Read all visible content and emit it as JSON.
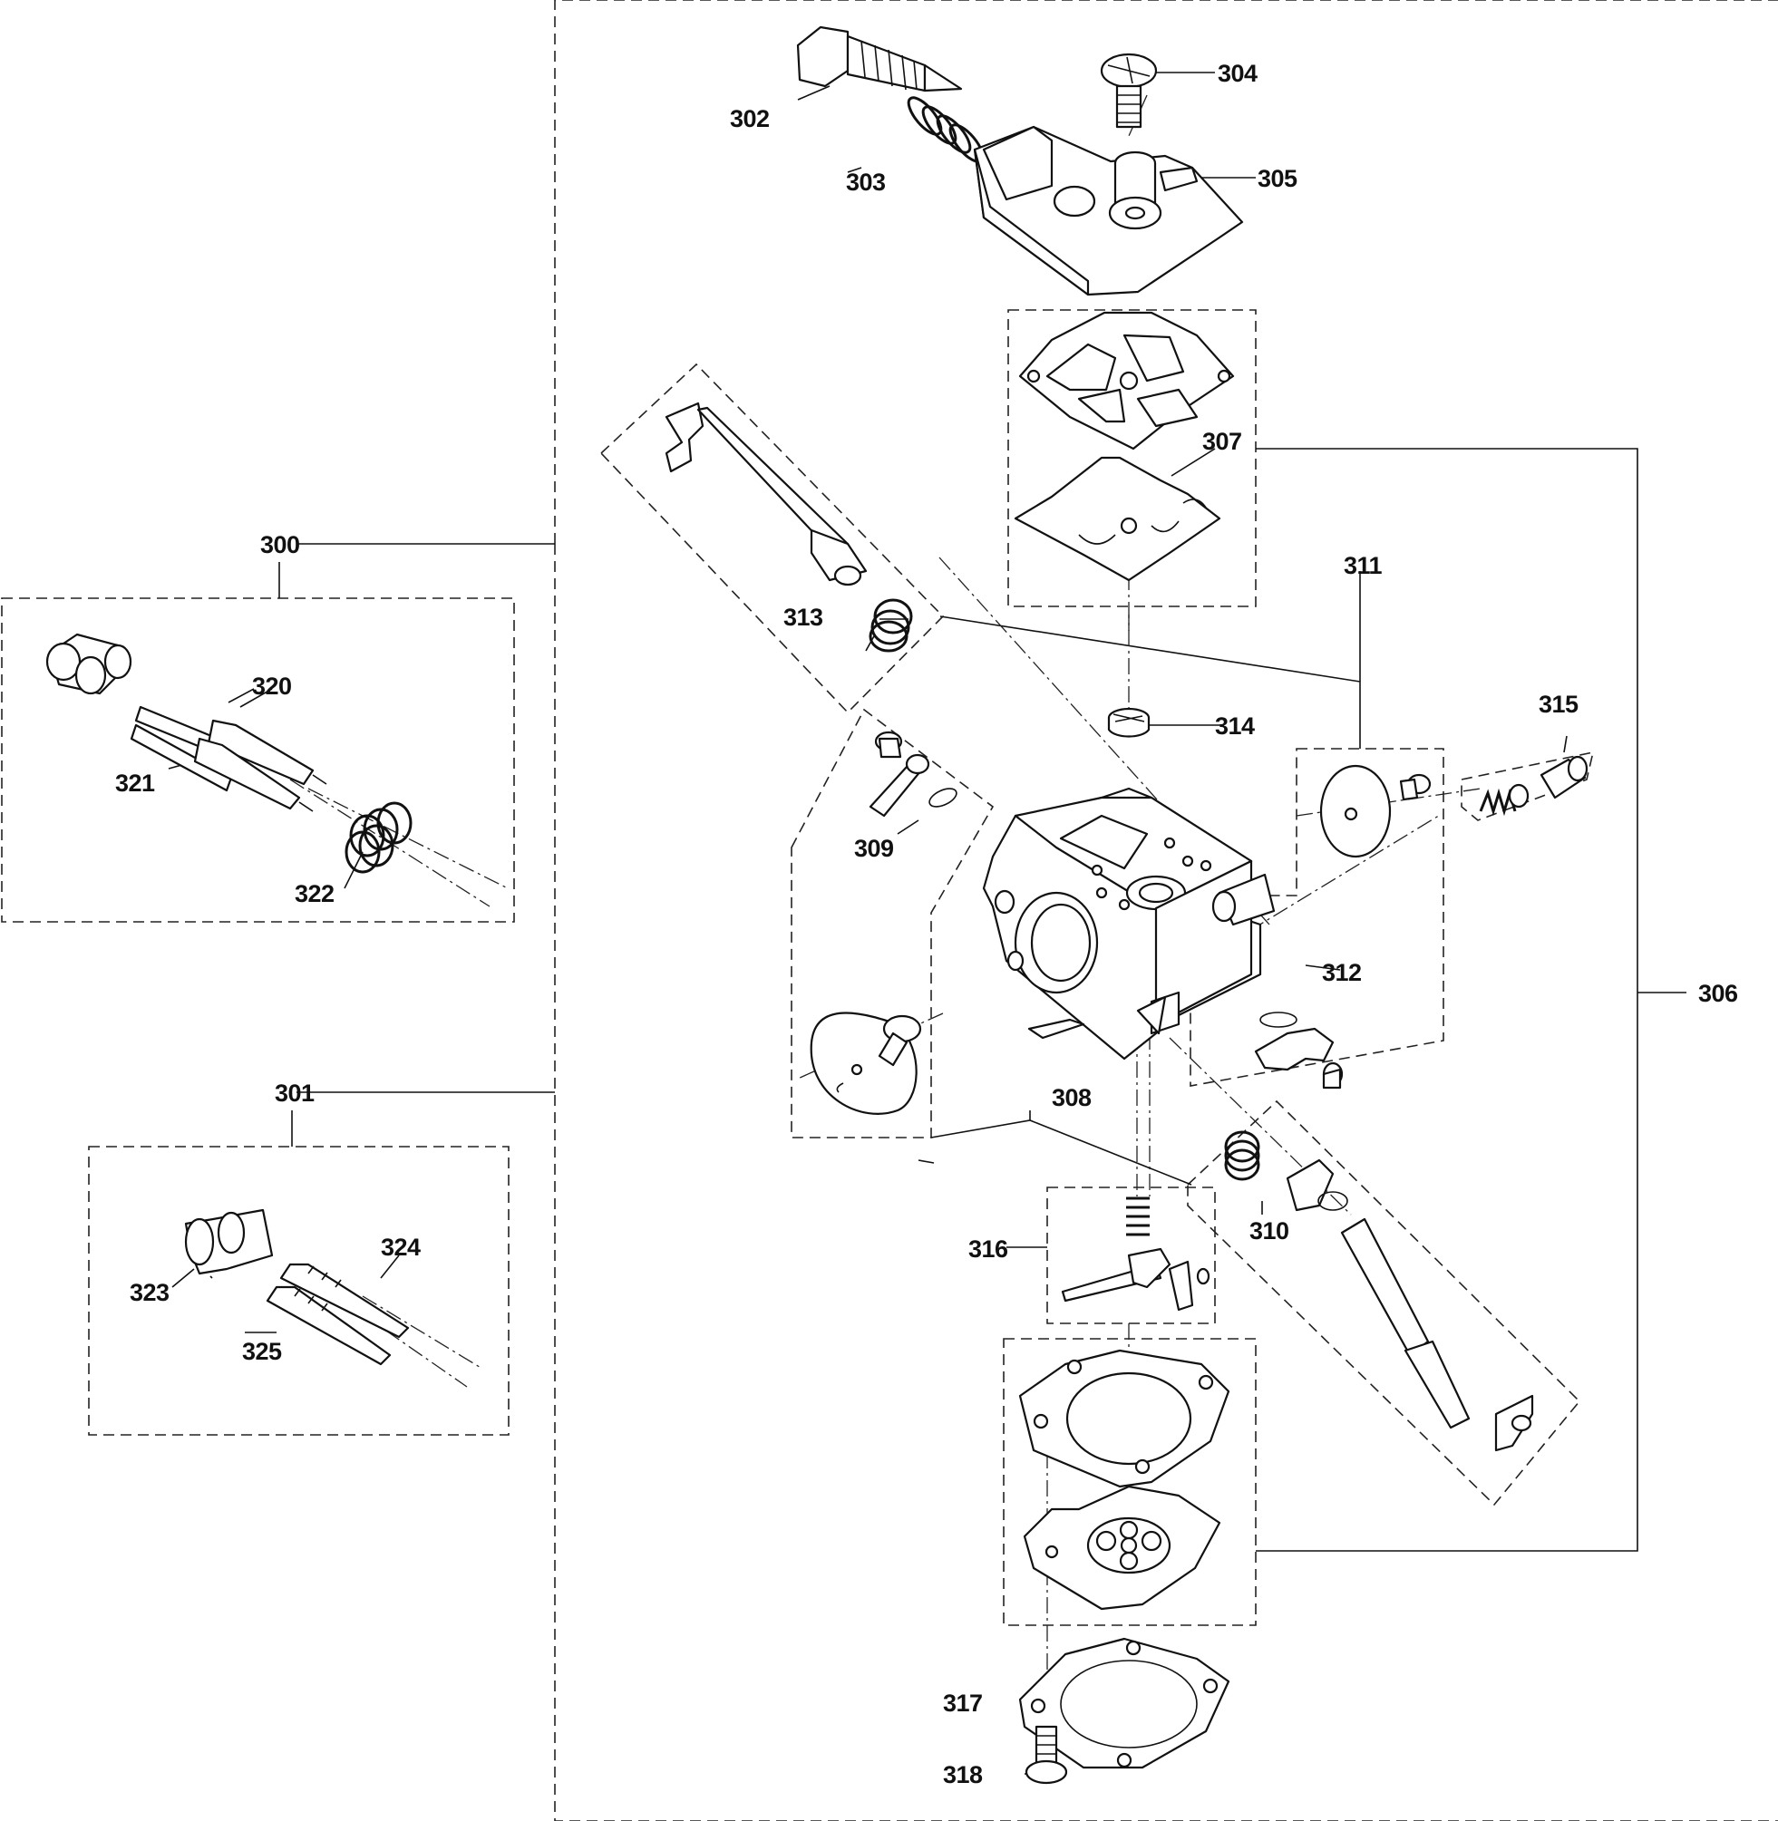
{
  "diagram": {
    "callouts": [
      {
        "id": "300",
        "label": "300"
      },
      {
        "id": "301",
        "label": "301"
      },
      {
        "id": "302",
        "label": "302"
      },
      {
        "id": "303",
        "label": "303"
      },
      {
        "id": "304",
        "label": "304"
      },
      {
        "id": "305",
        "label": "305"
      },
      {
        "id": "306",
        "label": "306"
      },
      {
        "id": "307",
        "label": "307"
      },
      {
        "id": "308",
        "label": "308"
      },
      {
        "id": "309",
        "label": "309"
      },
      {
        "id": "310",
        "label": "310"
      },
      {
        "id": "311",
        "label": "311"
      },
      {
        "id": "312",
        "label": "312"
      },
      {
        "id": "313",
        "label": "313"
      },
      {
        "id": "314",
        "label": "314"
      },
      {
        "id": "315",
        "label": "315"
      },
      {
        "id": "316",
        "label": "316"
      },
      {
        "id": "317",
        "label": "317"
      },
      {
        "id": "318",
        "label": "318"
      },
      {
        "id": "320",
        "label": "320"
      },
      {
        "id": "321",
        "label": "321"
      },
      {
        "id": "322",
        "label": "322"
      },
      {
        "id": "323",
        "label": "323"
      },
      {
        "id": "324",
        "label": "324"
      },
      {
        "id": "325",
        "label": "325"
      }
    ]
  }
}
